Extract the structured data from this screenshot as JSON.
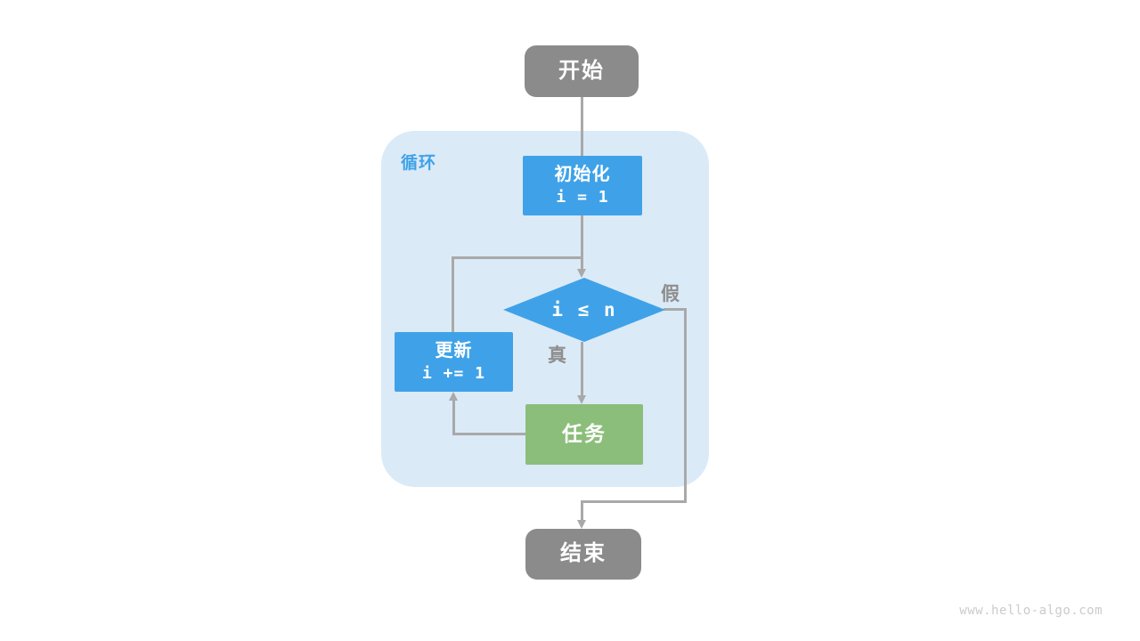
{
  "palette": {
    "background": "#ffffff",
    "blue": "#3fa2e8",
    "green": "#8cbe7b",
    "node_gray": "#8b8b8b",
    "container_blue": "#dbeaf7",
    "arrow_gray": "#a9a9a9",
    "label_gray": "#8e8e8e",
    "watermark_gray": "#cbcbcb"
  },
  "diagram": {
    "loop_label": "循环",
    "nodes": {
      "start": {
        "label": "开始"
      },
      "init": {
        "title": "初始化",
        "code": "i = 1"
      },
      "condition": {
        "code": "i ≤ n"
      },
      "update": {
        "title": "更新",
        "code": "i += 1"
      },
      "task": {
        "label": "任务"
      },
      "end": {
        "label": "结束"
      }
    },
    "branch_labels": {
      "true": "真",
      "false": "假"
    }
  },
  "footer": {
    "watermark": "www.hello-algo.com"
  }
}
